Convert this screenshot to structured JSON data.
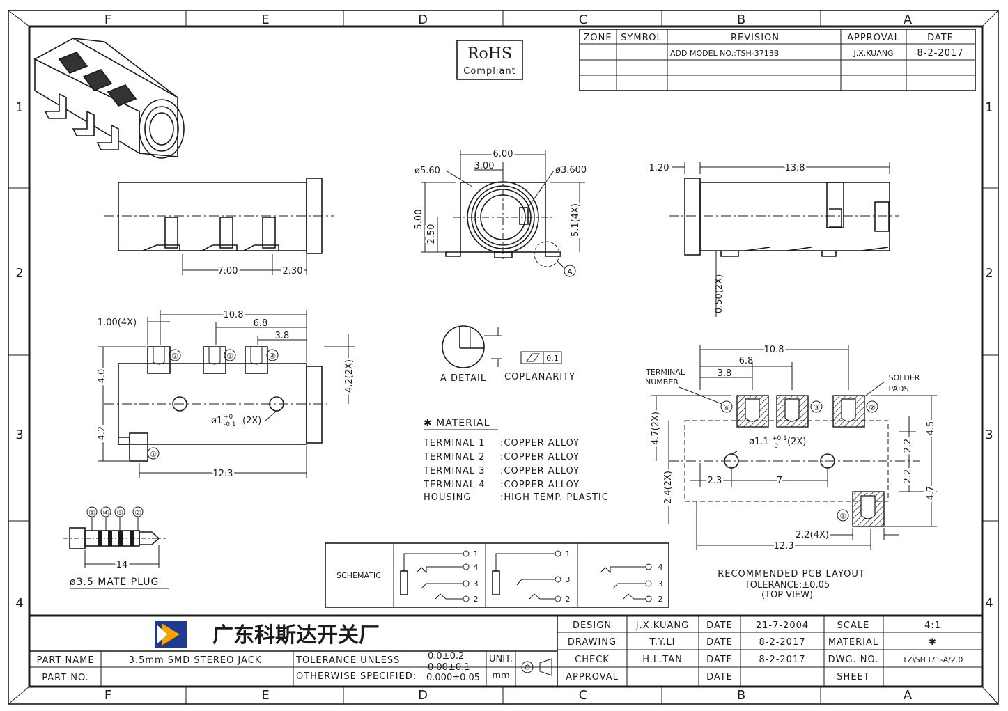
{
  "border": {
    "cols": [
      "F",
      "E",
      "D",
      "C",
      "B",
      "A"
    ],
    "rows": [
      "1",
      "2",
      "3",
      "4"
    ]
  },
  "revision_table": {
    "headers": [
      "ZONE",
      "SYMBOL",
      "REVISION",
      "APPROVAL",
      "DATE"
    ],
    "rows": [
      {
        "zone": "",
        "symbol": "",
        "revision": "ADD MODEL NO.:TSH-3713B",
        "approval": "J.X.KUANG",
        "date": "8-2-2017"
      }
    ]
  },
  "rohs": {
    "main": "RoHS",
    "sub": "Compliant"
  },
  "front_view": {
    "d1": "6.00",
    "d2": "3.00",
    "d3": "ø5.60",
    "d4": "ø3.600",
    "d5": "5.00",
    "d6": "2.50",
    "d7": "5.1(4X)",
    "detail_ref": "A"
  },
  "side_view": {
    "d1": "7.00",
    "d2": "2.30"
  },
  "right_view": {
    "d1": "1.20",
    "d2": "13.8",
    "d3": "0.50(2X)"
  },
  "bottom_view": {
    "d1": "10.8",
    "d2": "6.8",
    "d3": "3.8",
    "d4": "1.00(4X)",
    "d5": "4.0",
    "d6": "4.2",
    "d7": "4.2(2X)",
    "d8": "12.3",
    "hole": "ø1",
    "hole_tol_upper": "+0",
    "hole_tol_lower": "-0.1",
    "hole_qty": "(2X)",
    "terminals": [
      "②",
      "③",
      "④",
      "①"
    ]
  },
  "detail": {
    "label": "A DETAIL",
    "coplanarity": "COPLANARITY",
    "coplanarity_value": "0.1"
  },
  "material": {
    "title": "✱ MATERIAL",
    "items": [
      {
        "name": "TERMINAL 1",
        "value": ":COPPER ALLOY"
      },
      {
        "name": "TERMINAL 2",
        "value": ":COPPER ALLOY"
      },
      {
        "name": "TERMINAL 3",
        "value": ":COPPER ALLOY"
      },
      {
        "name": "TERMINAL 4",
        "value": ":COPPER ALLOY"
      },
      {
        "name": "HOUSING",
        "value": ":HIGH TEMP. PLASTIC"
      }
    ]
  },
  "pcb": {
    "terminal_number_1": "TERMINAL",
    "terminal_number_2": "NUMBER",
    "solder_pads_1": "SOLDER",
    "solder_pads_2": "PADS",
    "d1": "10.8",
    "d2": "6.8",
    "d3": "3.8",
    "d4": "4.7(2X)",
    "d5": "2.4(2X)",
    "d6": "4.5",
    "d7": "2.2",
    "d8": "2.2",
    "d9": "4.7",
    "d10": "2.3",
    "d11": "7",
    "d12": "2.2(4X)",
    "d13": "12.3",
    "hole": "ø1.1",
    "hole_tol_upper": "+0.1",
    "hole_tol_lower": "-0",
    "hole_qty": "(2X)",
    "pads": [
      "④",
      "③",
      "②",
      "①"
    ],
    "caption_1": "RECOMMENDED PCB LAYOUT",
    "caption_2": "TOLERANCE:±0.05",
    "caption_3": "(TOP VIEW)"
  },
  "plug": {
    "labels": [
      "①",
      "④",
      "③",
      "②"
    ],
    "length": "14",
    "caption": "ø3.5 MATE PLUG"
  },
  "schematic": {
    "label": "SCHEMATIC",
    "pins_a": [
      "1",
      "4",
      "3",
      "2"
    ],
    "pins_b": [
      "1",
      "3",
      "2"
    ],
    "pins_c": [
      "4",
      "3",
      "2"
    ]
  },
  "title_block": {
    "company": "广东科斯达开关厂",
    "design_label": "DESIGN",
    "design_name": "J.X.KUANG",
    "design_date_label": "DATE",
    "design_date": "21-7-2004",
    "drawing_label": "DRAWING",
    "drawing_name": "T.Y.LI",
    "drawing_date_label": "DATE",
    "drawing_date": "8-2-2017",
    "check_label": "CHECK",
    "check_name": "H.L.TAN",
    "check_date_label": "DATE",
    "check_date": "8-2-2017",
    "approval_label": "APPROVAL",
    "approval_name": "",
    "approval_date_label": "DATE",
    "approval_date": "",
    "scale_label": "SCALE",
    "scale": "4:1",
    "material_label": "MATERIAL",
    "material": "✱",
    "dwg_label": "DWG. NO.",
    "dwg": "TZ\\SH371-A/2.0",
    "sheet_label": "SHEET",
    "sheet": "",
    "part_name_label": "PART NAME",
    "part_name": "3.5mm SMD STEREO JACK",
    "part_no_label": "PART NO.",
    "part_no": "",
    "tol_1": "TOLERANCE UNLESS",
    "tol_2": "OTHERWISE SPECIFIED:",
    "tol_v1": "0.0±0.2",
    "tol_v2": "0.00±0.1",
    "tol_v3": "0.000±0.05",
    "unit_label": "UNIT:",
    "unit": "mm"
  }
}
